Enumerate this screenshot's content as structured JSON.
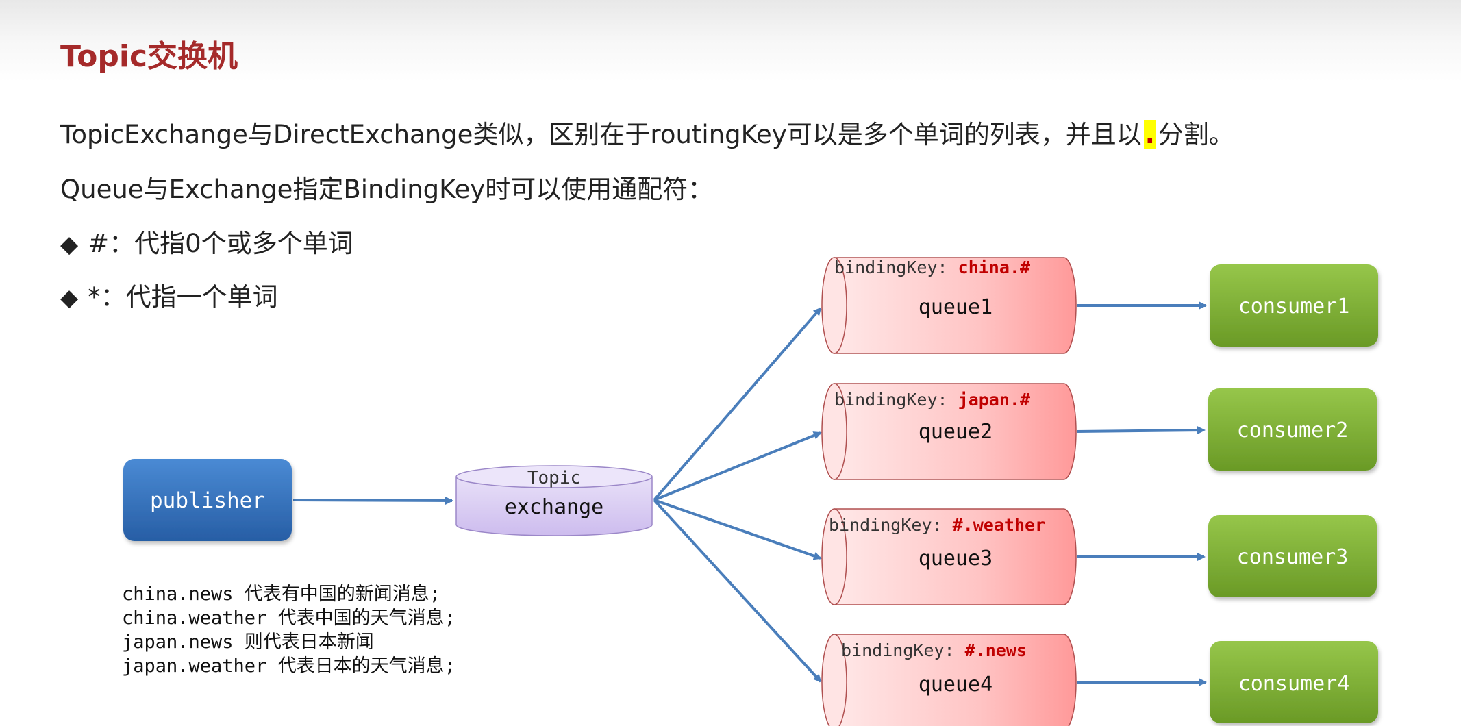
{
  "title": "Topic交换机",
  "intro": {
    "line1_before": "TopicExchange与DirectExchange类似，区别在于routingKey可以是多个单词的列表，并且以",
    "line1_dot": ".",
    "line1_after": "分割。",
    "line2": "Queue与Exchange指定BindingKey时可以使用通配符："
  },
  "bullets": [
    {
      "symbol": "◆",
      "text": "#：代指0个或多个单词"
    },
    {
      "symbol": "◆",
      "text": "*：代指一个单词"
    }
  ],
  "diagram": {
    "publisher": "publisher",
    "exchange": {
      "type": "Topic",
      "name": "exchange"
    },
    "queues": [
      {
        "binding_label": "bindingKey:",
        "binding_value": "china.#",
        "name": "queue1",
        "consumer": "consumer1"
      },
      {
        "binding_label": "bindingKey:",
        "binding_value": "japan.#",
        "name": "queue2",
        "consumer": "consumer2"
      },
      {
        "binding_label": "bindingKey:",
        "binding_value": "#.weather",
        "name": "queue3",
        "consumer": "consumer3"
      },
      {
        "binding_label": "bindingKey:",
        "binding_value": "#.news",
        "name": "queue4",
        "consumer": "consumer4"
      }
    ],
    "colors": {
      "publisher": "#2e6db4",
      "exchange_fill": "#d9cdf0",
      "queue_fill": "#ffb3b3",
      "consumer": "#7aab2f",
      "arrow": "#4a7ebb",
      "binding_value": "#c00000"
    }
  },
  "notes": [
    "china.news 代表有中国的新闻消息;",
    "china.weather 代表中国的天气消息;",
    "japan.news 则代表日本新闻",
    "japan.weather 代表日本的天气消息;"
  ]
}
